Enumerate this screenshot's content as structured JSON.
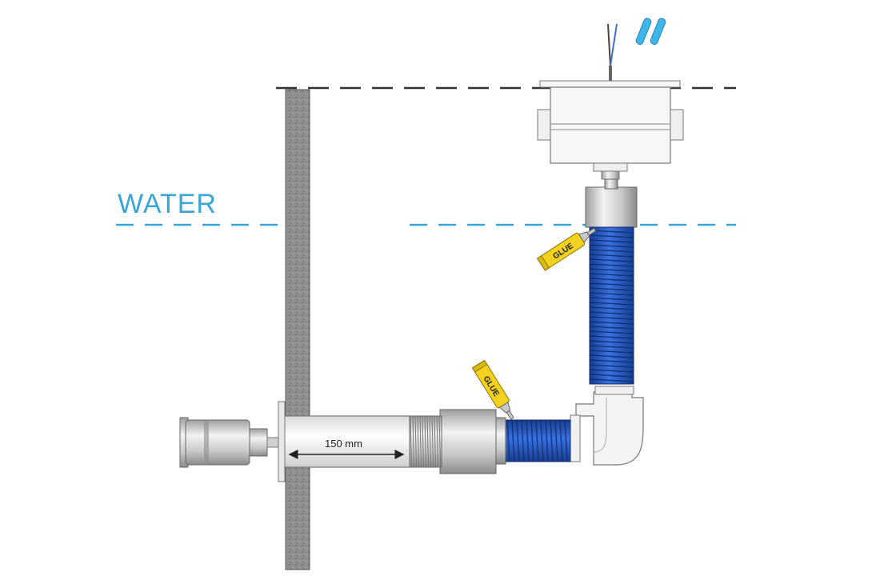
{
  "labels": {
    "water": "WATER",
    "dimension": "150 mm",
    "glue_tube_upper": "GLUE",
    "glue_tube_lower": "GLUE"
  },
  "colors": {
    "water_line": "#3aa6d8",
    "hose_blue": "#1f4fb8",
    "glue_yellow": "#f2d21c",
    "connector_blue": "#3fb6e8",
    "wall": "#8e8e8e",
    "metal": "#bdbdbd"
  },
  "icons": [
    "junction-box-icon",
    "glue-tube-icon",
    "wire-connector-icon",
    "elbow-fitting-icon",
    "lamp-fitting-icon"
  ]
}
